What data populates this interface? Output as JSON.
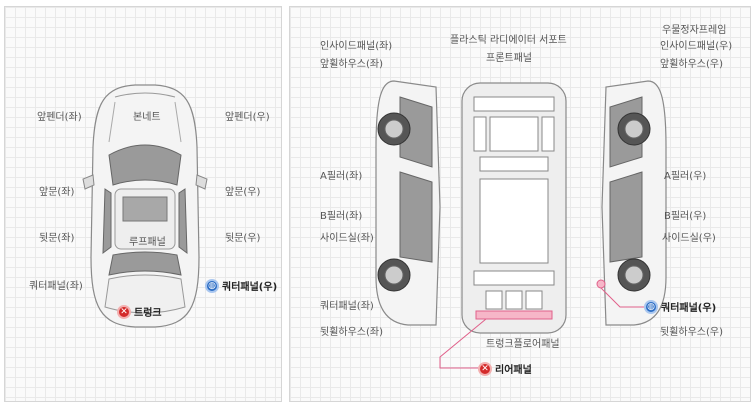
{
  "left": {
    "labels": {
      "bonnet": "본네트",
      "front_fender_l": "앞펜더(좌)",
      "front_fender_r": "앞펜더(우)",
      "front_door_l": "앞문(좌)",
      "front_door_r": "앞문(우)",
      "rear_door_l": "뒷문(좌)",
      "rear_door_r": "뒷문(우)",
      "roof_panel": "루프패널",
      "quarter_panel_l": "쿼터패널(좌)",
      "quarter_panel_r": "쿼터패널(우)",
      "trunk": "트렁크"
    }
  },
  "right": {
    "labels": {
      "radiator_support": "플라스틱 라디에이터 서포트",
      "front_panel": "프론트패널",
      "inside_panel_l": "인사이드패널(좌)",
      "front_wheelhouse_l": "앞휠하우스(좌)",
      "cowl_frame": "우물정자프레임",
      "inside_panel_r": "인사이드패널(우)",
      "front_wheelhouse_r": "앞휠하우스(우)",
      "a_pillar_l": "A필러(좌)",
      "a_pillar_r": "A필러(우)",
      "b_pillar_l": "B필러(좌)",
      "b_pillar_r": "B필러(우)",
      "side_sill_l": "사이드실(좌)",
      "side_sill_r": "사이드실(우)",
      "quarter_panel_l": "쿼터패널(좌)",
      "quarter_panel_r": "쿼터패널(우)",
      "rear_wheelhouse_l": "뒷휠하우스(좌)",
      "rear_wheelhouse_r": "뒷휠하우스(우)",
      "trunk_floor": "트렁크플로어패널",
      "rear_panel": "리어패널"
    }
  },
  "colors": {
    "exchange_marker": "#d42a2a",
    "repair_marker": "#2a6cc4",
    "leader_line": "#e0608a",
    "highlight_fill": "#f6b6c8"
  },
  "icons": {
    "exchange": "wrench-red-icon",
    "repair": "globe-blue-icon"
  }
}
